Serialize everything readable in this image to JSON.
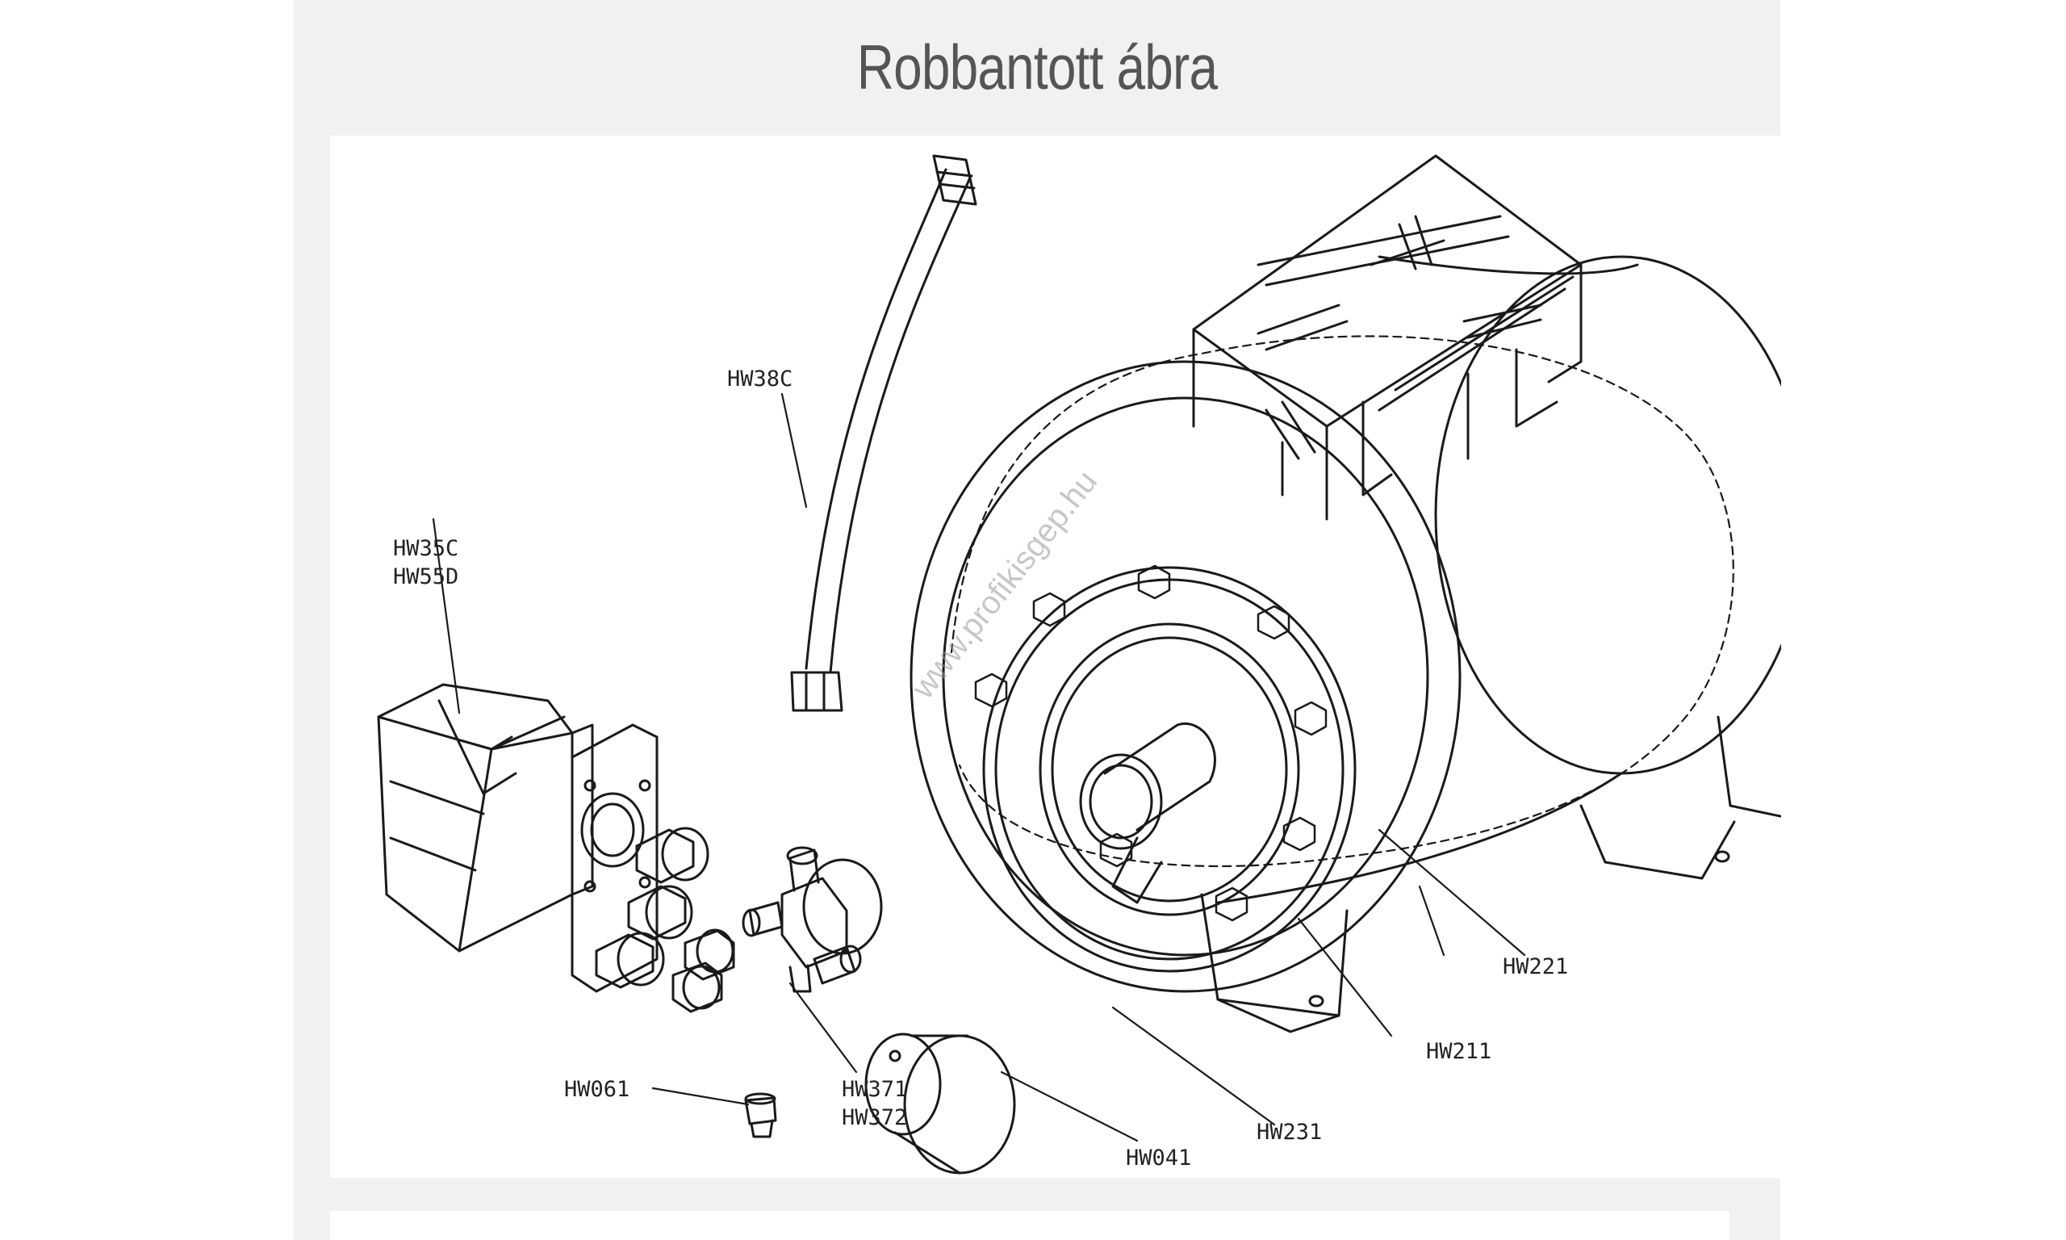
{
  "section": {
    "title": "Robbantott ábra"
  },
  "figure": {
    "watermark": "www.profikisgep.hu",
    "labels": {
      "hw38c": "HW38C",
      "hw35c": "HW35C",
      "hw55d": "HW55D",
      "hw061": "HW061",
      "hw371": "HW371",
      "hw372": "HW372",
      "hw041": "HW041",
      "hw231": "HW231",
      "hw211": "HW211",
      "hw221": "HW221"
    }
  }
}
